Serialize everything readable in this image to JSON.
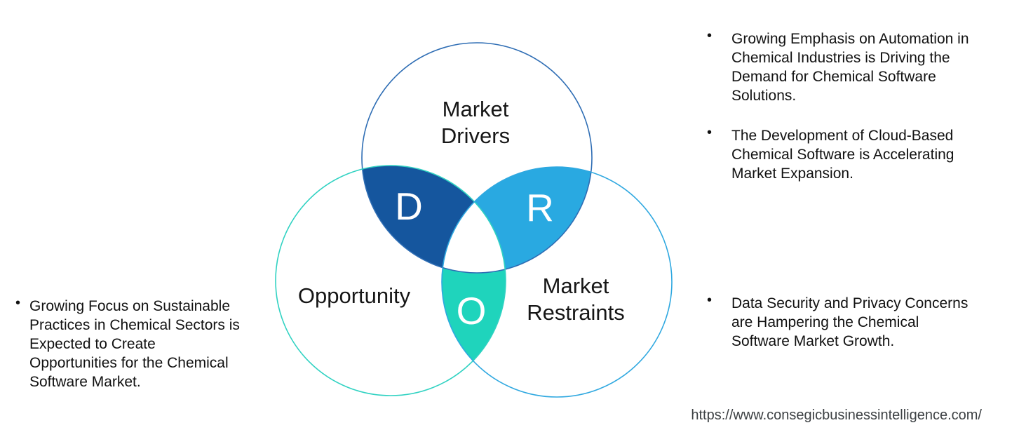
{
  "diagram": {
    "drivers": {
      "label": "Market\nDrivers",
      "letter": "D"
    },
    "opportunity": {
      "label": "Opportunity",
      "letter": "O"
    },
    "restraints": {
      "label": "Market\nRestraints",
      "letter": "R"
    }
  },
  "colors": {
    "background": "#FFFFFF",
    "drivers_fill": "#15569E",
    "drivers_outline": "#2E6DB4",
    "restraints_fill": "#29A9E1",
    "restraints_outline": "#2FA8E0",
    "opportunity_fill": "#1FD4BC",
    "opportunity_outline": "#30D2C2",
    "letter_color": "#FFFFFF",
    "label_color": "#161616",
    "bullet_text_color": "#111111",
    "url_color": "#3C4043"
  },
  "glyphs": {
    "bullet": "•"
  },
  "bullets": {
    "left": "Growing Focus on Sustainable\nPractices in Chemical Sectors is\nExpected to Create\nOpportunities for the Chemical\nSoftware Market.",
    "right_top": "Growing Emphasis on Automation in\nChemical Industries is Driving the\nDemand for Chemical Software\nSolutions.",
    "right_middle": "The Development of Cloud-Based\nChemical Software is Accelerating\nMarket Expansion.",
    "right_bottom": "Data Security and Privacy Concerns\nare Hampering the Chemical\nSoftware Market Growth."
  },
  "footer": {
    "url": "https://www.consegicbusinessintelligence.com/"
  }
}
